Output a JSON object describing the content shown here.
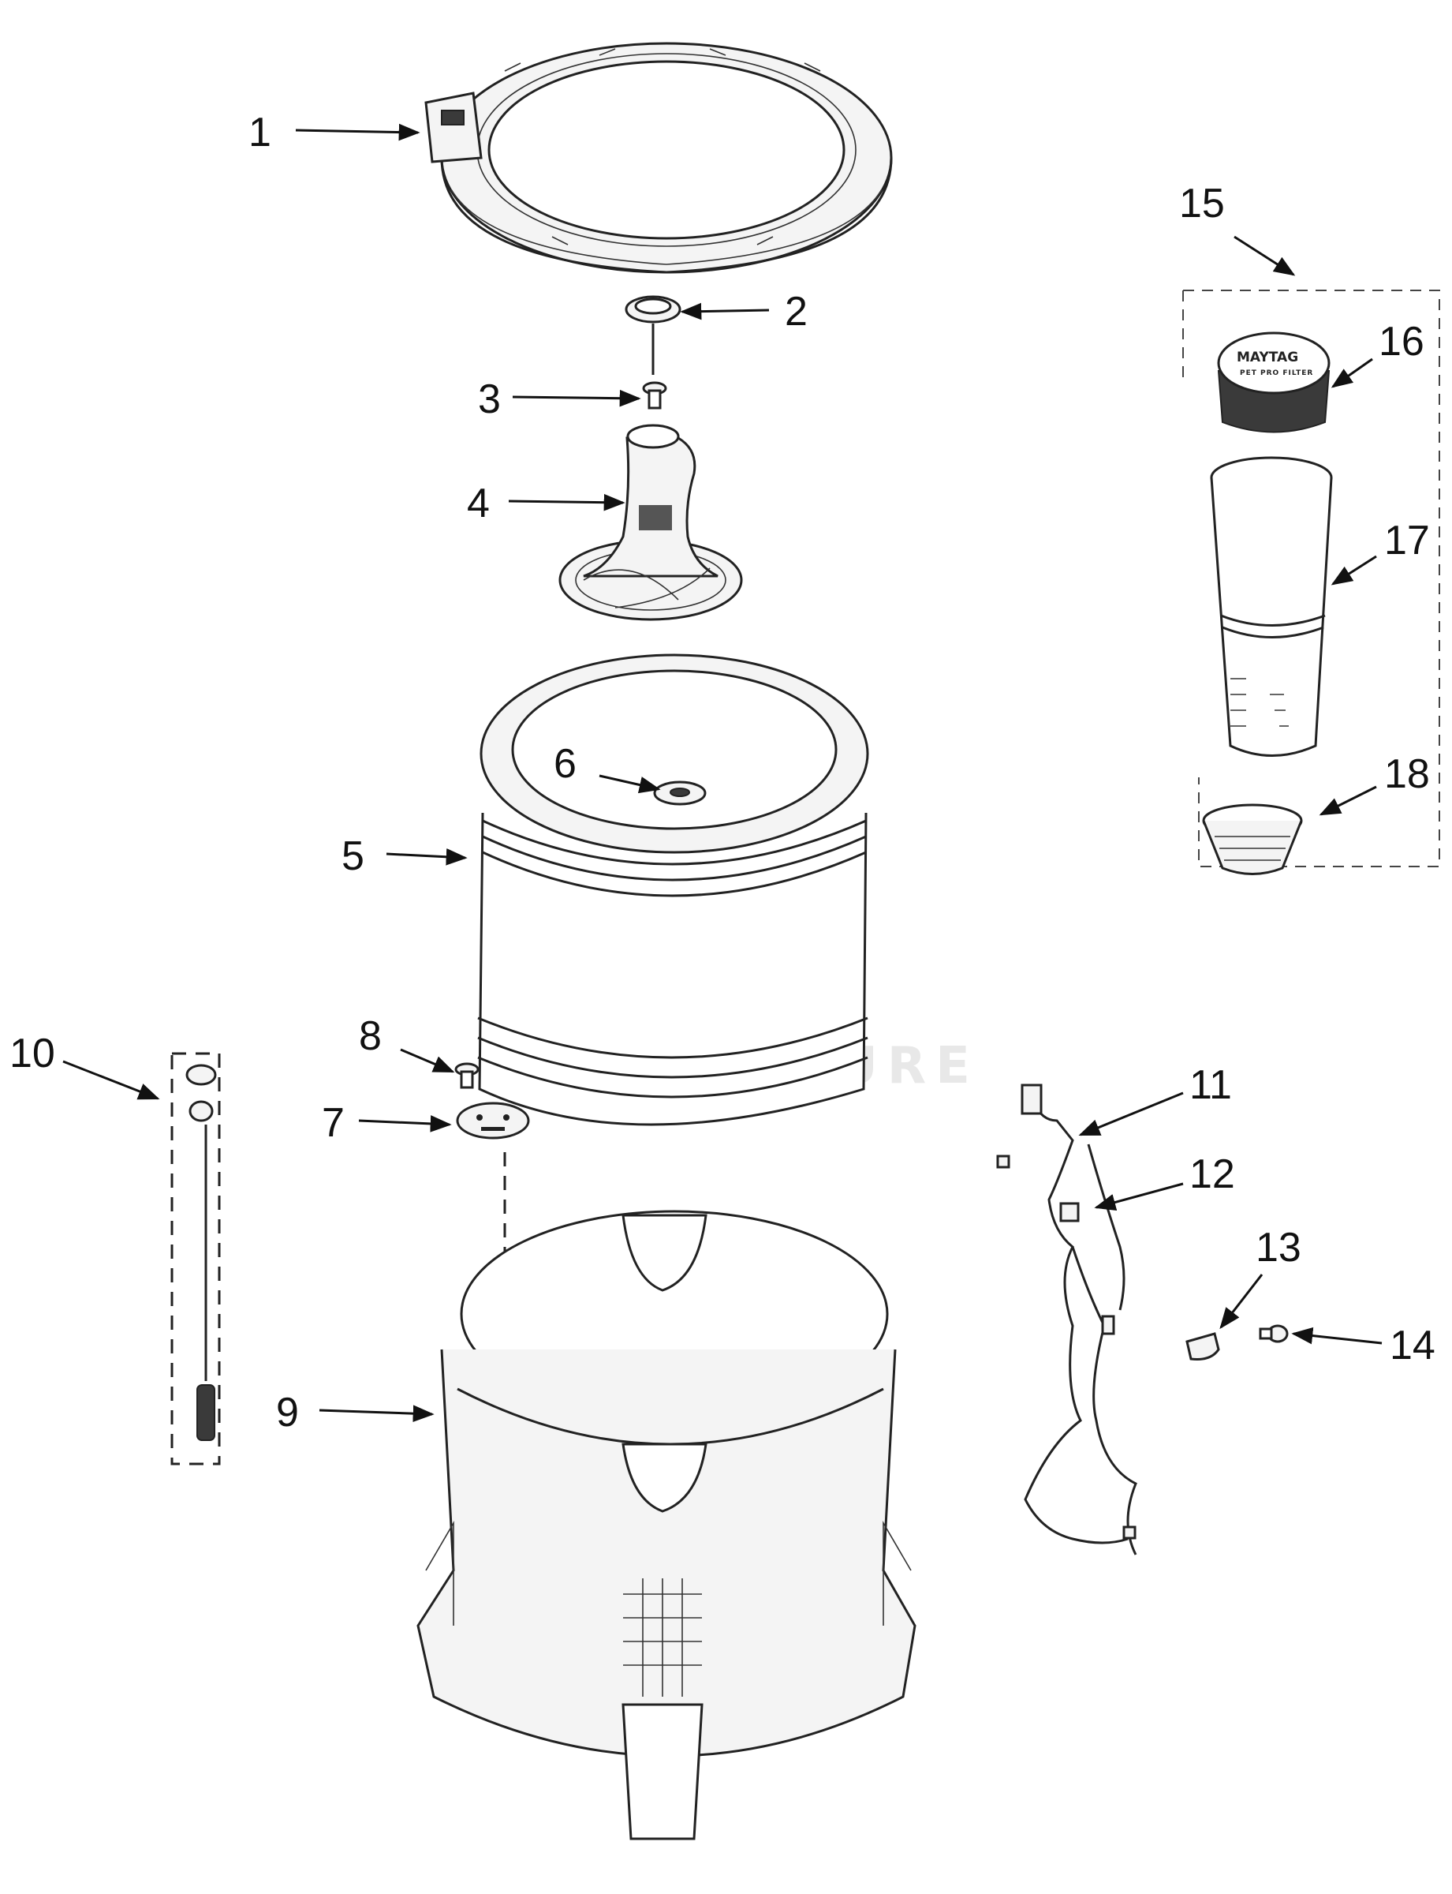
{
  "callouts": [
    {
      "id": "1",
      "label": "1"
    },
    {
      "id": "2",
      "label": "2"
    },
    {
      "id": "3",
      "label": "3"
    },
    {
      "id": "4",
      "label": "4"
    },
    {
      "id": "5",
      "label": "5"
    },
    {
      "id": "6",
      "label": "6"
    },
    {
      "id": "7",
      "label": "7"
    },
    {
      "id": "8",
      "label": "8"
    },
    {
      "id": "9",
      "label": "9"
    },
    {
      "id": "10",
      "label": "10"
    },
    {
      "id": "11",
      "label": "11"
    },
    {
      "id": "12",
      "label": "12"
    },
    {
      "id": "13",
      "label": "13"
    },
    {
      "id": "14",
      "label": "14"
    },
    {
      "id": "15",
      "label": "15"
    },
    {
      "id": "16",
      "label": "16"
    },
    {
      "id": "17",
      "label": "17"
    },
    {
      "id": "18",
      "label": "18"
    }
  ],
  "watermark": "EADVENTURE",
  "filter_cap": {
    "brand": "MAYTAG",
    "text": "PET PRO FILTER"
  }
}
